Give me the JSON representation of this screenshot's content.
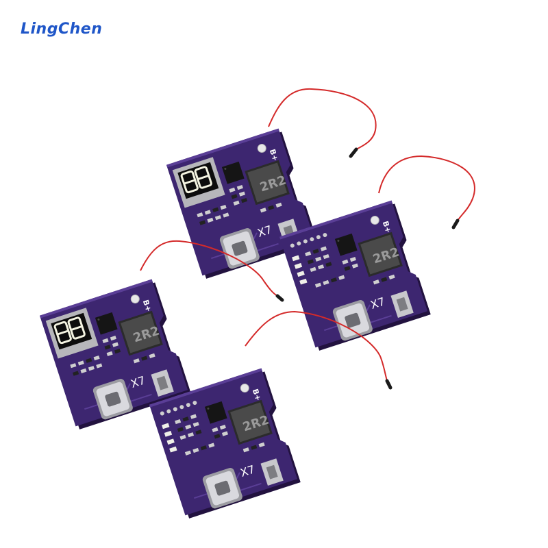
{
  "brand": {
    "name": "LingChen",
    "color": "#1f56c8"
  },
  "product": {
    "board_silkscreen": "X7",
    "terminal_label": "B+",
    "inductor_marking": "2R2",
    "display_readout": "88",
    "display_unit": "%",
    "board_color": "#3d2670",
    "wire_color": "#d42a2a"
  },
  "boards": [
    {
      "id": "board-1",
      "variant": "with-led-display"
    },
    {
      "id": "board-2",
      "variant": "with-indicator-leds"
    },
    {
      "id": "board-3",
      "variant": "with-led-display"
    },
    {
      "id": "board-4",
      "variant": "with-indicator-leds"
    }
  ]
}
